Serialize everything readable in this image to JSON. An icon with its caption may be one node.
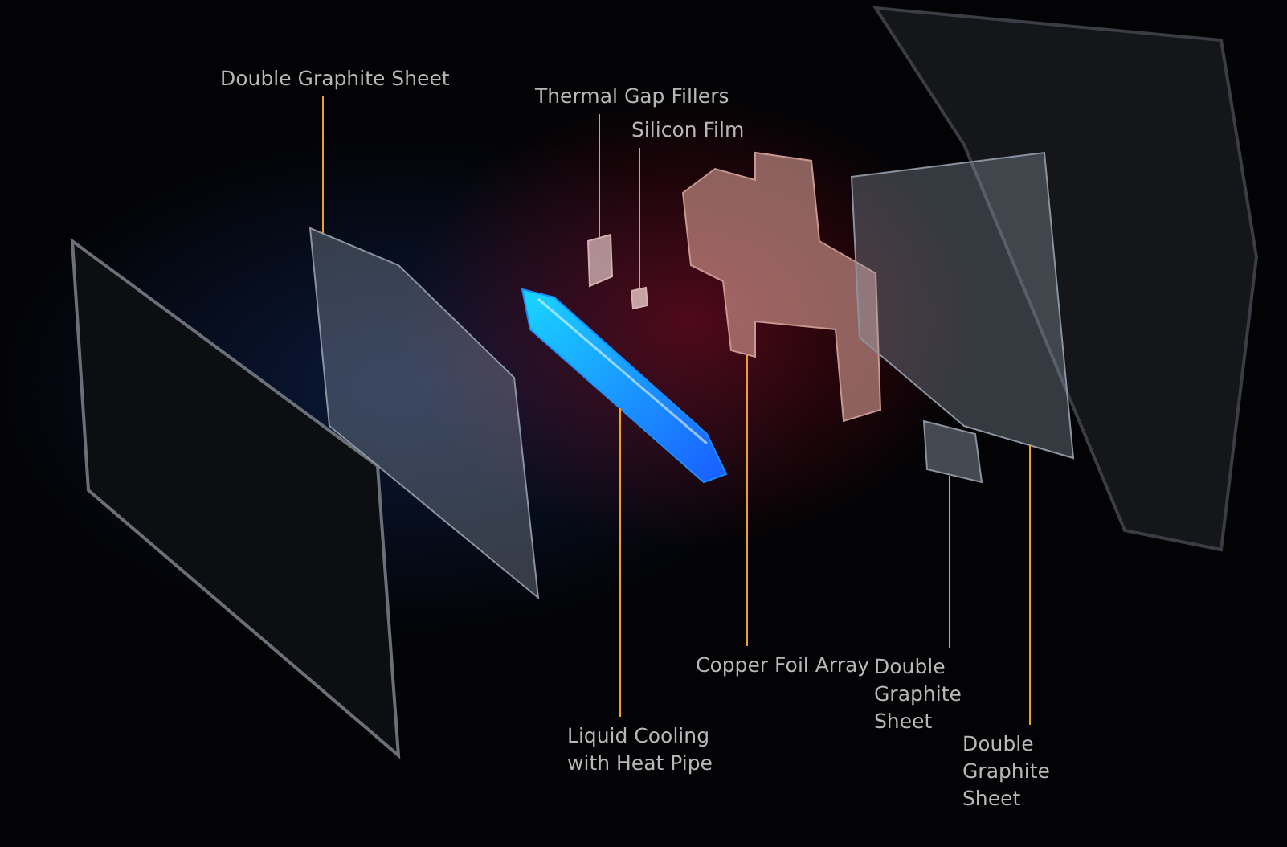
{
  "diagram": {
    "nodes": [
      {
        "text": [
          "Double Graphite Sheet"
        ]
      },
      {
        "text": [
          "Thermal Gap Fillers"
        ]
      },
      {
        "text": [
          "Silicon Film"
        ]
      },
      {
        "text": [
          "Liquid Cooling with Heat Pipe"
        ]
      },
      {
        "text": [
          "Copper Foil Array"
        ]
      },
      {
        "text": [
          "Double Graphite Sheet"
        ]
      },
      {
        "text": [
          "Double Graphite Sheet"
        ]
      },
      {
        "text": [],
        "shape": "box"
      },
      {
        "text": [],
        "shape": "box"
      },
      {
        "text": [],
        "shape": "box"
      },
      {
        "text": [],
        "shape": "picture"
      },
      {
        "text": [],
        "shape": "box"
      },
      {
        "text": [],
        "shape": "box"
      },
      {
        "text": [],
        "shape": "box"
      }
    ],
    "edges": [
      {
        "from": 0,
        "to": 7,
        "arrow": "none"
      },
      {
        "from": 1,
        "to": 8,
        "arrow": "none"
      },
      {
        "from": 2,
        "to": 9,
        "arrow": "none"
      },
      {
        "from": 3,
        "to": 10,
        "arrow": "none"
      },
      {
        "from": 4,
        "to": 11,
        "arrow": "none"
      },
      {
        "from": 5,
        "to": 12,
        "arrow": "none"
      },
      {
        "from": 6,
        "to": 13,
        "arrow": "none"
      }
    ]
  }
}
